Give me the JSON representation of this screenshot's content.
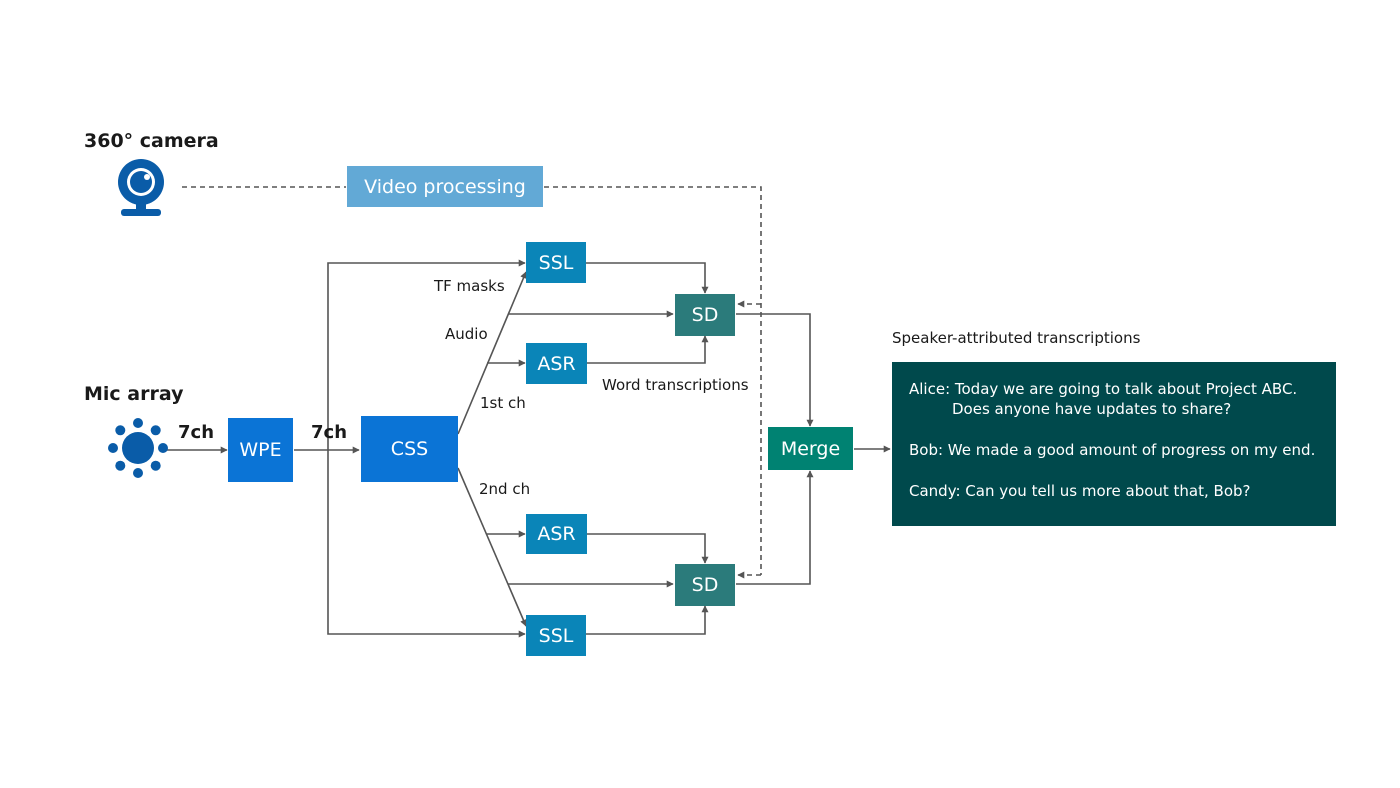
{
  "diagram": {
    "camera_label": "360° camera",
    "mic_label": "Mic array",
    "channels_in": "7ch",
    "channels_out": "7ch",
    "boxes": {
      "video": "Video processing",
      "wpe": "WPE",
      "css": "CSS",
      "ssl_top": "SSL",
      "asr_top": "ASR",
      "sd_top": "SD",
      "asr_bottom": "ASR",
      "sd_bottom": "SD",
      "ssl_bottom": "SSL",
      "merge": "Merge"
    },
    "edge_labels": {
      "tf_masks": "TF masks",
      "audio": "Audio",
      "word_transcriptions": "Word transcriptions",
      "first_ch": "1st ch",
      "second_ch": "2nd ch"
    },
    "output": {
      "title": "Speaker-attributed transcriptions",
      "lines": [
        "Alice: Today we are going to talk about Project ABC.",
        "Does anyone have updates to share?",
        "Bob: We made a good amount of progress on my end.",
        "Candy: Can you tell us more about that, Bob?"
      ]
    },
    "colors": {
      "wpe_css": "#0b74d6",
      "ssl_asr": "#0a85b8",
      "sd": "#2b7b7b",
      "merge": "#008272",
      "video": "#62a9d6",
      "output_panel": "#00494c",
      "icon": "#0a5ca8"
    }
  }
}
